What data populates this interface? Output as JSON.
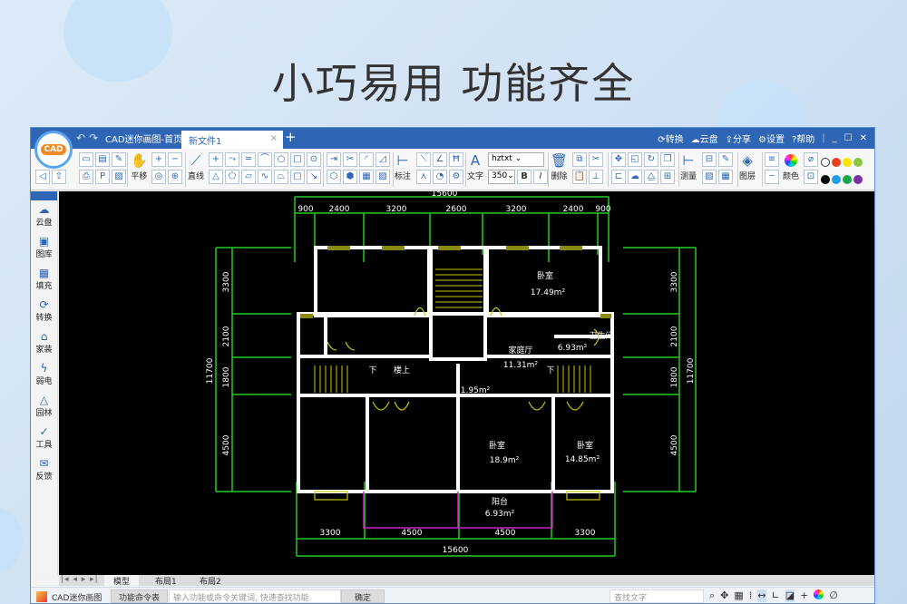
{
  "headline": "小巧易用  功能齐全",
  "titlebar": {
    "logo": "CAD",
    "tabs": [
      {
        "label": "CAD迷你画图-首页",
        "active": false
      },
      {
        "label": "新文件1",
        "active": true
      }
    ],
    "new_tab": "+",
    "actions": [
      {
        "icon": "convert-icon",
        "label": "转换"
      },
      {
        "icon": "cloud-icon",
        "label": "云盘"
      },
      {
        "icon": "share-icon",
        "label": "分享"
      },
      {
        "icon": "gear-icon",
        "label": "设置"
      },
      {
        "icon": "help-icon",
        "label": "帮助"
      }
    ],
    "window_controls": {
      "minimize": "_",
      "maximize": "☐",
      "close": "✕"
    }
  },
  "ribbon": {
    "pan_label": "平移",
    "line_label": "直线",
    "dim_label": "标注",
    "text_label": "文字",
    "font_select": "hztxt",
    "size_select": "350",
    "bold": "B",
    "italic": "I",
    "delete_label": "删除",
    "measure_label": "测量",
    "layer_label": "图层",
    "color_label": "颜色",
    "swatches": [
      "#ffffff",
      "#e8401c",
      "#f5e600",
      "#8cc63f",
      "#000000",
      "#1ea0e6",
      "#1aa84a",
      "#7b2fa6"
    ]
  },
  "sidebar": {
    "items": [
      {
        "icon": "cloud-icon",
        "label": "云盘",
        "glyph": "☁"
      },
      {
        "icon": "gallery-icon",
        "label": "图库",
        "glyph": "▣"
      },
      {
        "icon": "hatch-icon",
        "label": "填充",
        "glyph": "▦"
      },
      {
        "icon": "convert-icon",
        "label": "转换",
        "glyph": "⟳"
      },
      {
        "icon": "home-icon",
        "label": "家装",
        "glyph": "⌂"
      },
      {
        "icon": "electric-icon",
        "label": "弱电",
        "glyph": "ϟ"
      },
      {
        "icon": "garden-icon",
        "label": "园林",
        "glyph": "△"
      },
      {
        "icon": "tools-icon",
        "label": "工具",
        "glyph": "✓"
      },
      {
        "icon": "feedback-icon",
        "label": "反馈",
        "glyph": "✉"
      }
    ]
  },
  "drawing": {
    "top_total": "15600",
    "top_dims": [
      "900",
      "2400",
      "3200",
      "2600",
      "3200",
      "2400",
      "900"
    ],
    "bottom_dims": [
      "3300",
      "4500",
      "4500",
      "3300"
    ],
    "bottom_total": "15600",
    "left_dims": [
      "3300",
      "2100",
      "1800",
      "4500"
    ],
    "left_total": "11700",
    "right_dims": [
      "3300",
      "2100",
      "1800",
      "4500"
    ],
    "right_total": "11700",
    "rooms": [
      {
        "name": "卧室",
        "area": "17.49m²"
      },
      {
        "name": "卫生间",
        "area": "6.93m²"
      },
      {
        "name": "家庭厅",
        "area": "11.31m²"
      },
      {
        "name": "楼上",
        "area": ""
      },
      {
        "name": "",
        "area": "1.95m²"
      },
      {
        "name": "卧室",
        "area": "18.9m²"
      },
      {
        "name": "卧室",
        "area": "14.85m²"
      },
      {
        "name": "阳台",
        "area": "6.93m²"
      }
    ],
    "stair_down_left": "下",
    "stair_down_right": "下"
  },
  "layout_tabs": {
    "nav": "|◂ ◂ ▸ ▸|",
    "tabs": [
      "模型",
      "布局1",
      "布局2"
    ]
  },
  "statusbar": {
    "app_name": "CAD迷你画图",
    "command_table": "功能命令表",
    "command_placeholder": "输入功能或命令关键词, 快速查找功能",
    "confirm": "确定",
    "search_placeholder": "查找文字"
  }
}
